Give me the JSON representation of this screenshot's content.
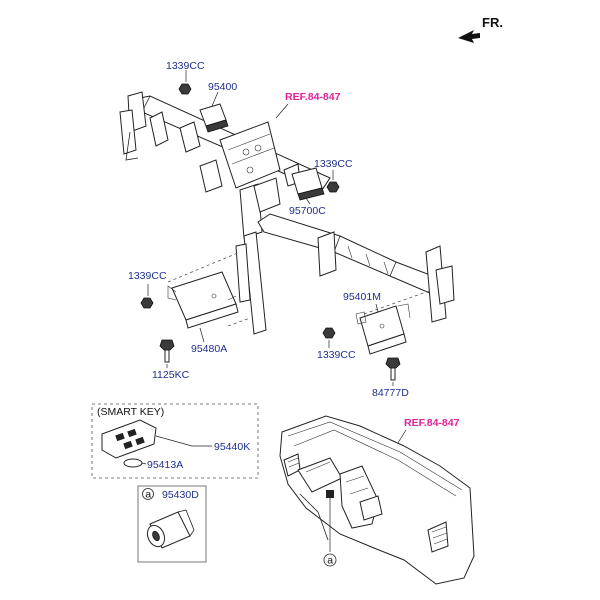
{
  "header": {
    "direction_label": "FR."
  },
  "callouts": {
    "c1339cc_top": "1339CC",
    "c95400": "95400",
    "ref_upper": "REF.84-847",
    "c1339cc_right": "1339CC",
    "c95700c": "95700C",
    "c1339cc_left": "1339CC",
    "c95480a": "95480A",
    "c1125kc": "1125KC",
    "c95401m": "95401M",
    "c1339cc_lower": "1339CC",
    "c84777d": "84777D",
    "ref_lower": "REF.84-847"
  },
  "smart_key": {
    "title": "(SMART KEY)",
    "key_code": "95440K",
    "battery_code": "95413A"
  },
  "detail_a": {
    "marker": "a",
    "code": "95430D"
  },
  "dash_marker": "a",
  "colors": {
    "callout": "#1f2f8f",
    "reference": "#e0219a"
  }
}
